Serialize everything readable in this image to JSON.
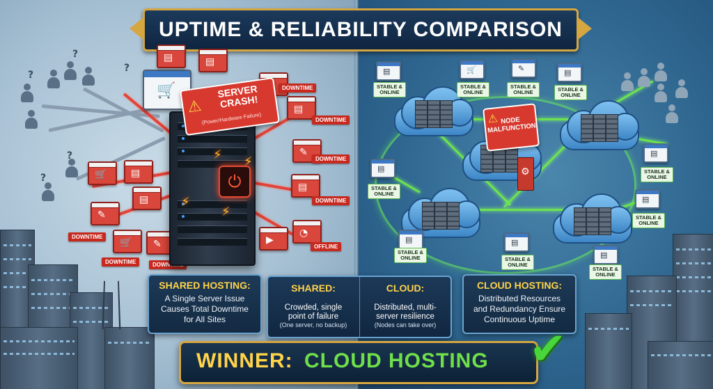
{
  "title": "UPTIME & RELIABILITY COMPARISON",
  "left": {
    "crash": {
      "line1": "SERVER",
      "line2": "CRASH!",
      "sub": "(Power/Hardware Failure)"
    },
    "downtime_tags": [
      "DOWNTIME",
      "DOWNTIME",
      "DOWNTIME",
      "DOWNTIME",
      "DOWNTIME",
      "DOWNTIME",
      "DOWNTIME"
    ],
    "offline_tag": "OFFLINE",
    "panel": {
      "heading": "SHARED HOSTING:",
      "line1": "A Single Server Issue",
      "line2": "Causes Total Downtime",
      "line3": "for All Sites"
    }
  },
  "compare": {
    "shared": {
      "heading": "SHARED:",
      "line1": "Crowded, single",
      "line2": "point of failure",
      "note": "(One server, no backup)"
    },
    "cloud": {
      "heading": "CLOUD:",
      "line1": "Distributed, multi-",
      "line2": "server resilience",
      "note": "(Nodes can take over)"
    }
  },
  "right": {
    "malfunction": "NODE MALFUNCTION",
    "stable_line1": "STABLE &",
    "stable_line2": "ONLINE",
    "panel": {
      "heading": "CLOUD HOSTING:",
      "line1": "Distributed Resources",
      "line2": "and Redundancy Ensure",
      "line3": "Continuous Uptime"
    }
  },
  "winner": {
    "label": "WINNER:",
    "value": "CLOUD HOSTING"
  },
  "icons": [
    "shopping-cart-icon",
    "pencil-icon",
    "browser-icon",
    "warning-icon",
    "power-icon",
    "gear-icon",
    "check-icon",
    "user-icon",
    "question-icon"
  ],
  "colors": {
    "alert": "#d8392e",
    "ok": "#6be24e",
    "gold": "#ffd34a",
    "accent": "#d6a640"
  }
}
